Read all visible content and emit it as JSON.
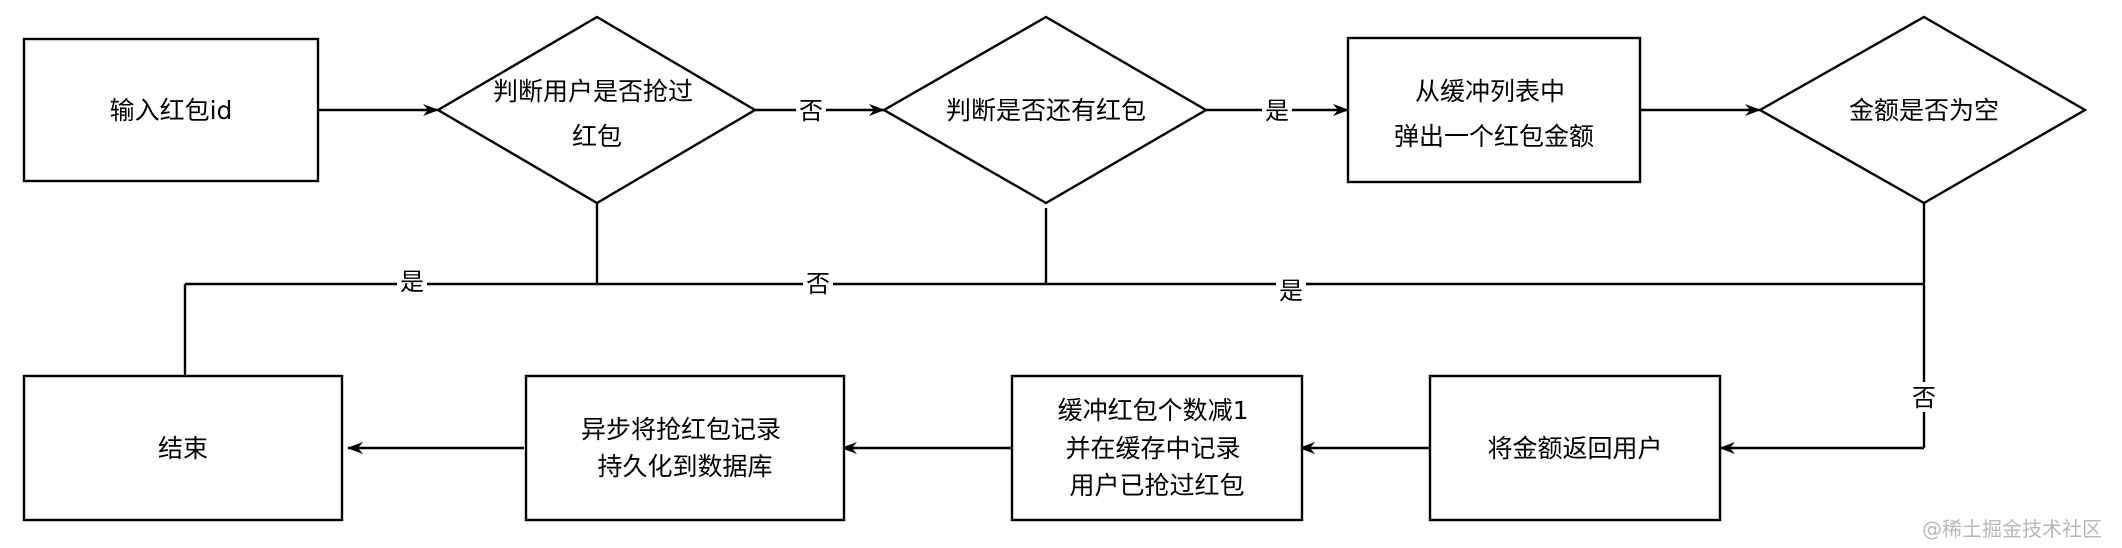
{
  "nodes": {
    "input_id": {
      "lines": [
        "输入红包id"
      ]
    },
    "check_grabbed": {
      "lines": [
        "判断用户是否抢过",
        "红包"
      ]
    },
    "check_remaining": {
      "lines": [
        "判断是否还有红包"
      ]
    },
    "pop_amount": {
      "lines": [
        "从缓冲列表中",
        "弹出一个红包金额"
      ]
    },
    "amount_empty": {
      "lines": [
        "金额是否为空"
      ]
    },
    "end": {
      "lines": [
        "结束"
      ]
    },
    "async_record": {
      "lines": [
        "异步将抢红包记录",
        "持久化到数据库"
      ]
    },
    "decrement_cache": {
      "lines": [
        "缓冲红包个数减1",
        "并在缓存中记录",
        "用户已抢过红包"
      ]
    },
    "return_amount": {
      "lines": [
        "将金额返回用户"
      ]
    }
  },
  "edge_labels": {
    "grabbed_no": "否",
    "remaining_yes": "是",
    "grabbed_yes": "是",
    "remaining_no": "否",
    "empty_yes": "是",
    "empty_no": "否"
  },
  "watermark": "@稀土掘金技术社区"
}
